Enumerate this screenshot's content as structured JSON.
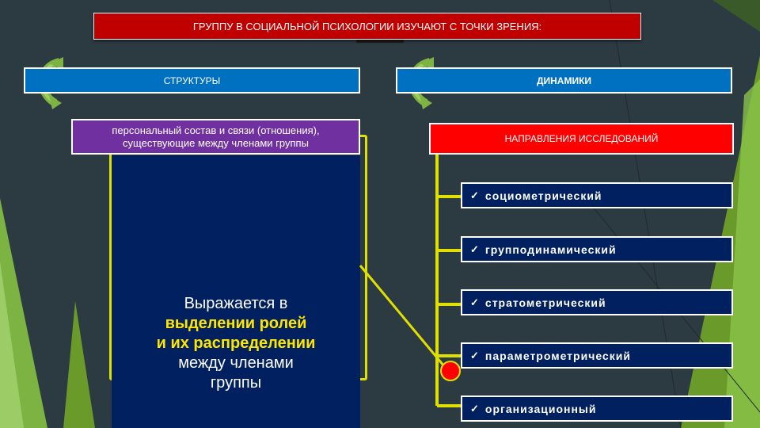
{
  "title": "ГРУППУ В СОЦИАЛЬНОЙ ПСИХОЛОГИИ ИЗУЧАЮТ С ТОЧКИ ЗРЕНИЯ:",
  "structure": {
    "label": "СТРУКТУРЫ",
    "composition": "персональный состав и связи (отношения), существующие между членами группы",
    "role_lines": [
      "Выражается в",
      "выделении ролей",
      "и их распределении",
      "между членами",
      "группы"
    ]
  },
  "dynamics": {
    "label": "ДИНАМИКИ",
    "directions_label": "НАПРАВЛЕНИЯ ИССЛЕДОВАНИЙ",
    "items": [
      {
        "label": "социометрический"
      },
      {
        "label": "групподинамический"
      },
      {
        "label": "стратометрический"
      },
      {
        "label": "параметрометрический"
      },
      {
        "label": "организационный"
      }
    ]
  },
  "colors": {
    "title_bg": "#c00000",
    "header_bg": "#0070c0",
    "composition_bg": "#7030a0",
    "directions_bg": "#ff0000",
    "item_bg": "#002060",
    "connector": "#e0e000",
    "accent_green": "#7cb342"
  },
  "icons": {
    "check": "check-mark-icon",
    "arrows": "curved-arrow-icon"
  }
}
